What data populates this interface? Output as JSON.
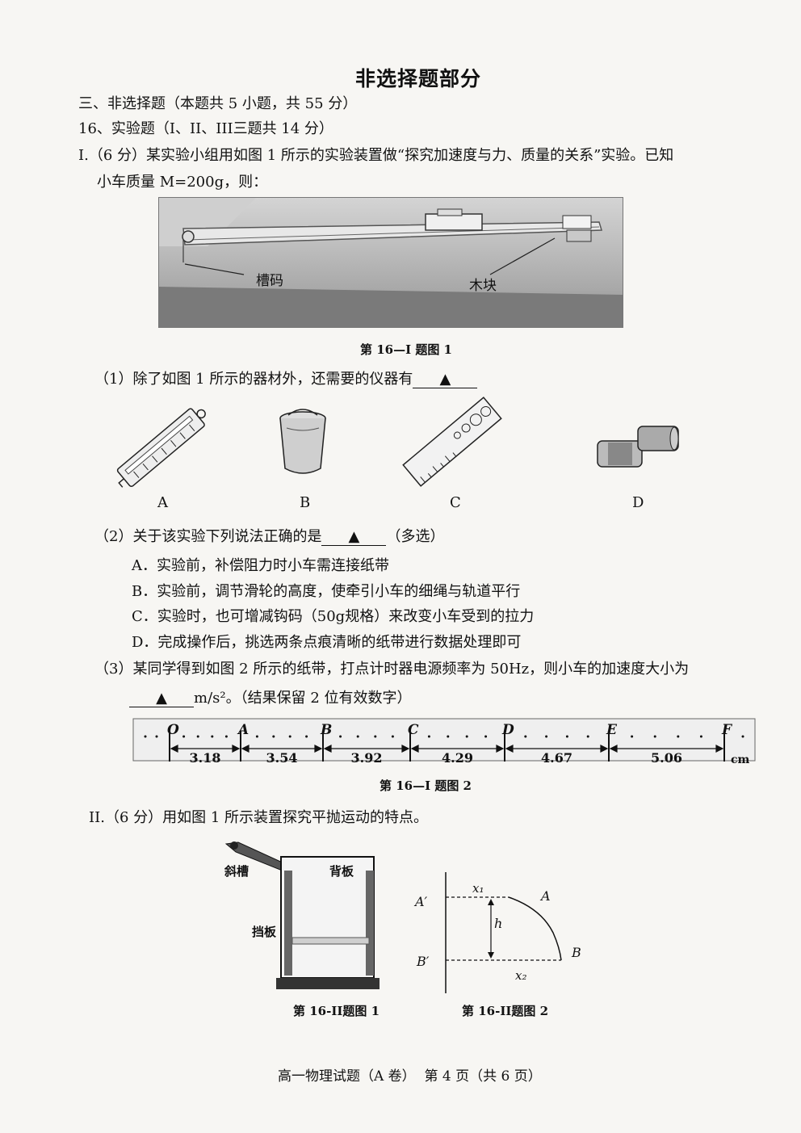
{
  "header": {
    "title": "非选择题部分"
  },
  "section": {
    "heading": "三、非选择题（本题共 5 小题，共 55 分）"
  },
  "q16": {
    "heading": "16、实验题（I、II、III三题共 14 分）",
    "partI": {
      "intro_line1": "I.（6 分）某实验小组用如图 1 所示的实验装置做“探究加速度与力、质量的关系”实验。已知",
      "intro_line2": "小车质量 M=200g，则：",
      "fig1": {
        "label_weight": "槽码",
        "label_block": "木块",
        "caption": "第 16—I 题图 1"
      },
      "q1": {
        "text": "（1）除了如图 1 所示的器材外，还需要的仪器有",
        "blank": "▲",
        "options": [
          "A",
          "B",
          "C",
          "D"
        ]
      },
      "q2": {
        "text": "（2）关于该实验下列说法正确的是",
        "blank": "▲",
        "suffix": "（多选）",
        "choices": [
          "A．实验前，补偿阻力时小车需连接纸带",
          "B．实验前，调节滑轮的高度，使牵引小车的细绳与轨道平行",
          "C．实验时，也可增减钩码（50g规格）来改变小车受到的拉力",
          "D．完成操作后，挑选两条点痕清晰的纸带进行数据处理即可"
        ]
      },
      "q3": {
        "text": "（3）某同学得到如图 2 所示的纸带，打点计时器电源频率为 50Hz，则小车的加速度大小为",
        "blank": "▲",
        "unit": "m/s²",
        "suffix": "。（结果保留 2 位有效数字）"
      },
      "tape": {
        "points": [
          "O",
          "A",
          "B",
          "C",
          "D",
          "E",
          "F"
        ],
        "segments": [
          "3.18",
          "3.54",
          "3.92",
          "4.29",
          "4.67",
          "5.06"
        ],
        "unit": "cm",
        "caption": "第 16—I 题图 2"
      }
    },
    "partII": {
      "intro": "II.（6 分）用如图 1 所示装置探究平抛运动的特点。",
      "fig1": {
        "label_chute": "斜槽",
        "label_board": "背板",
        "label_baffle": "挡板",
        "caption": "第 16-II题图 1"
      },
      "fig2": {
        "A_prime": "A′",
        "B_prime": "B′",
        "A": "A",
        "B": "B",
        "h": "h",
        "x1": "x₁",
        "x2": "x₂",
        "caption": "第 16-II题图 2"
      }
    }
  },
  "footer": {
    "text": "高一物理试题（A 卷）  第 4 页（共 6 页）"
  }
}
